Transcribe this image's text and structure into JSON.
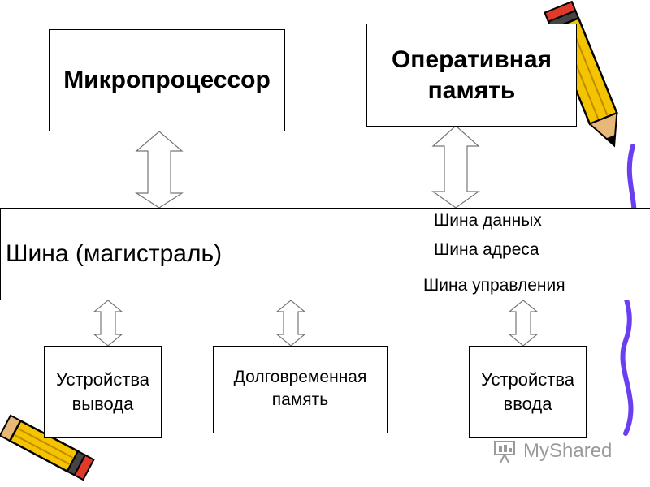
{
  "blocks": {
    "cpu": "Микропроцессор",
    "ram": "Оперативная\nпамять",
    "bus": "Шина (магистраль)",
    "output": "Устройства\nвывода",
    "storage": "Долговременная\nпамять",
    "input": "Устройства\nввода"
  },
  "bus_lines": {
    "data": "Шина данных",
    "address": "Шина адреса",
    "control": "Шина управления"
  },
  "watermark": "MyShared",
  "colors": {
    "pencil_yellow": "#f5c400",
    "pencil_tip": "#e8b878",
    "pencil_eraser": "#e03a2a",
    "ribbon": "#6a3ff0"
  }
}
